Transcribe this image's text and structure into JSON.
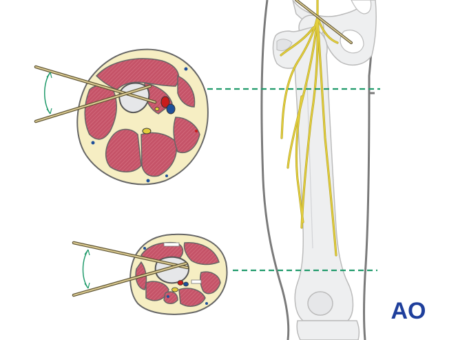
{
  "figure": {
    "logo_text": "AO",
    "colors": {
      "muscle": "#c55368",
      "muscle_hatch": "#d67283",
      "fat": "#f6eec3",
      "bone": "#dfe0e2",
      "bone_light": "#eeeff0",
      "nerve": "#e3cf3d",
      "artery": "#c91c1c",
      "vein": "#1e4f9a",
      "pin": "#d8c890",
      "guide_line": "#1f9a6a",
      "outline": "#555555",
      "logo": "#1f3f9c"
    },
    "cross_sections": [
      {
        "level": "proximal-thigh",
        "pin_count": 2
      },
      {
        "level": "distal-thigh",
        "pin_count": 2
      }
    ]
  }
}
